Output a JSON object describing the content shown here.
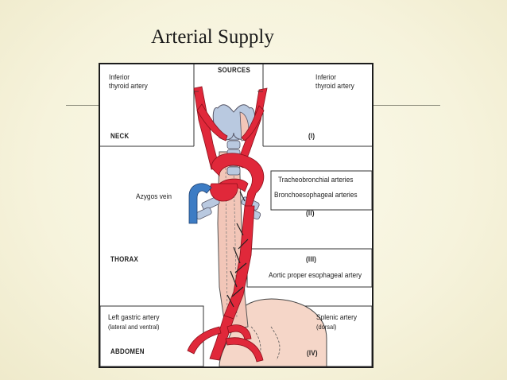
{
  "slide": {
    "title": "Arterial Supply"
  },
  "diagram": {
    "sources_heading": "SOURCES",
    "regions": [
      {
        "name": "NECK",
        "roman": "(I)"
      },
      {
        "name": "THORAX",
        "roman_upper": "(II)",
        "roman_lower": "(III)"
      },
      {
        "name": "ABDOMEN",
        "roman": "(IV)"
      }
    ],
    "labels": {
      "inferior_thyroid_left_1": "Inferior",
      "inferior_thyroid_left_2": "thyroid artery",
      "inferior_thyroid_right_1": "Inferior",
      "inferior_thyroid_right_2": "thyroid artery",
      "azygos_vein": "Azygos vein",
      "tracheobronchial": "Tracheobronchial arteries",
      "bronchoesophageal": "Bronchoesophageal arteries",
      "aortic_proper": "Aortic proper esophageal artery",
      "left_gastric_1": "Left gastric artery",
      "left_gastric_2": "(lateral and ventral)",
      "splenic_1": "Splenic artery",
      "splenic_2": "(dorsal)"
    },
    "colors": {
      "artery": "#e0283a",
      "vein": "#3d7cc4",
      "thyroid": "#b9c9e0",
      "esophagus": "#f2c6b8",
      "stomach": "#f5d6c8"
    }
  }
}
